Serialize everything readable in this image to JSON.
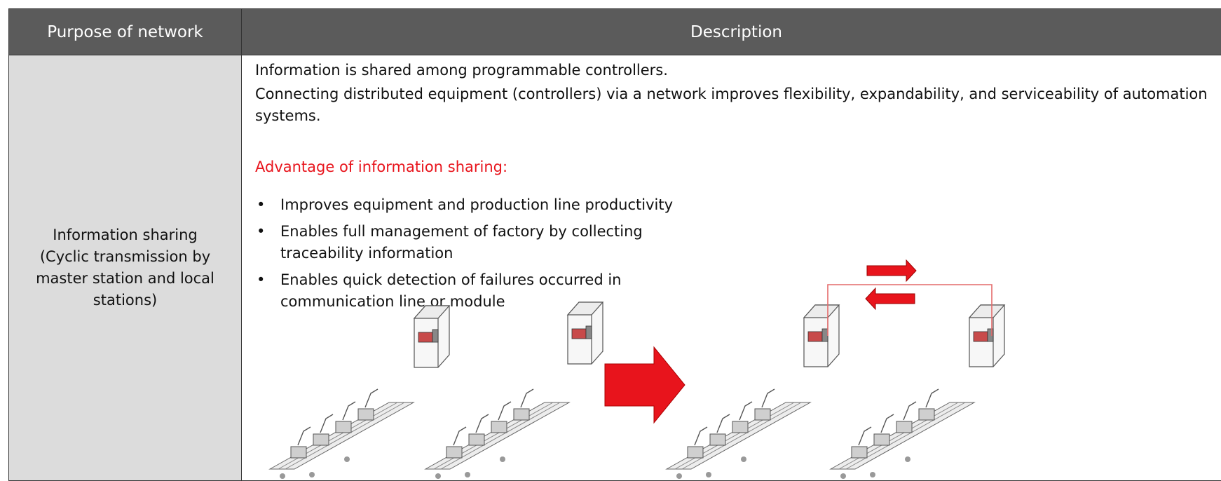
{
  "table": {
    "headers": [
      "Purpose of network",
      "Description"
    ],
    "purpose_lines": [
      "Information sharing",
      "(Cyclic transmission by",
      "master station and local",
      "stations)"
    ],
    "description": {
      "line1": "Information is shared among programmable controllers.",
      "line2": "Connecting distributed equipment (controllers) via a network improves flexibility, expandability, and serviceability of automation systems.",
      "advantage_heading": "Advantage of information sharing:",
      "bullets": [
        "Improves equipment and production line productivity",
        "Enables full management of factory by collecting traceability information",
        "Enables quick detection of failures occurred in communication line or module"
      ]
    }
  },
  "colors": {
    "header_bg": "#5b5b5b",
    "purpose_bg": "#dcdcdc",
    "accent_red": "#e8141c"
  },
  "illustration": {
    "icons": [
      "production-line-icon",
      "control-cabinet-icon",
      "transition-arrow-icon",
      "data-flow-arrow-icon"
    ]
  }
}
